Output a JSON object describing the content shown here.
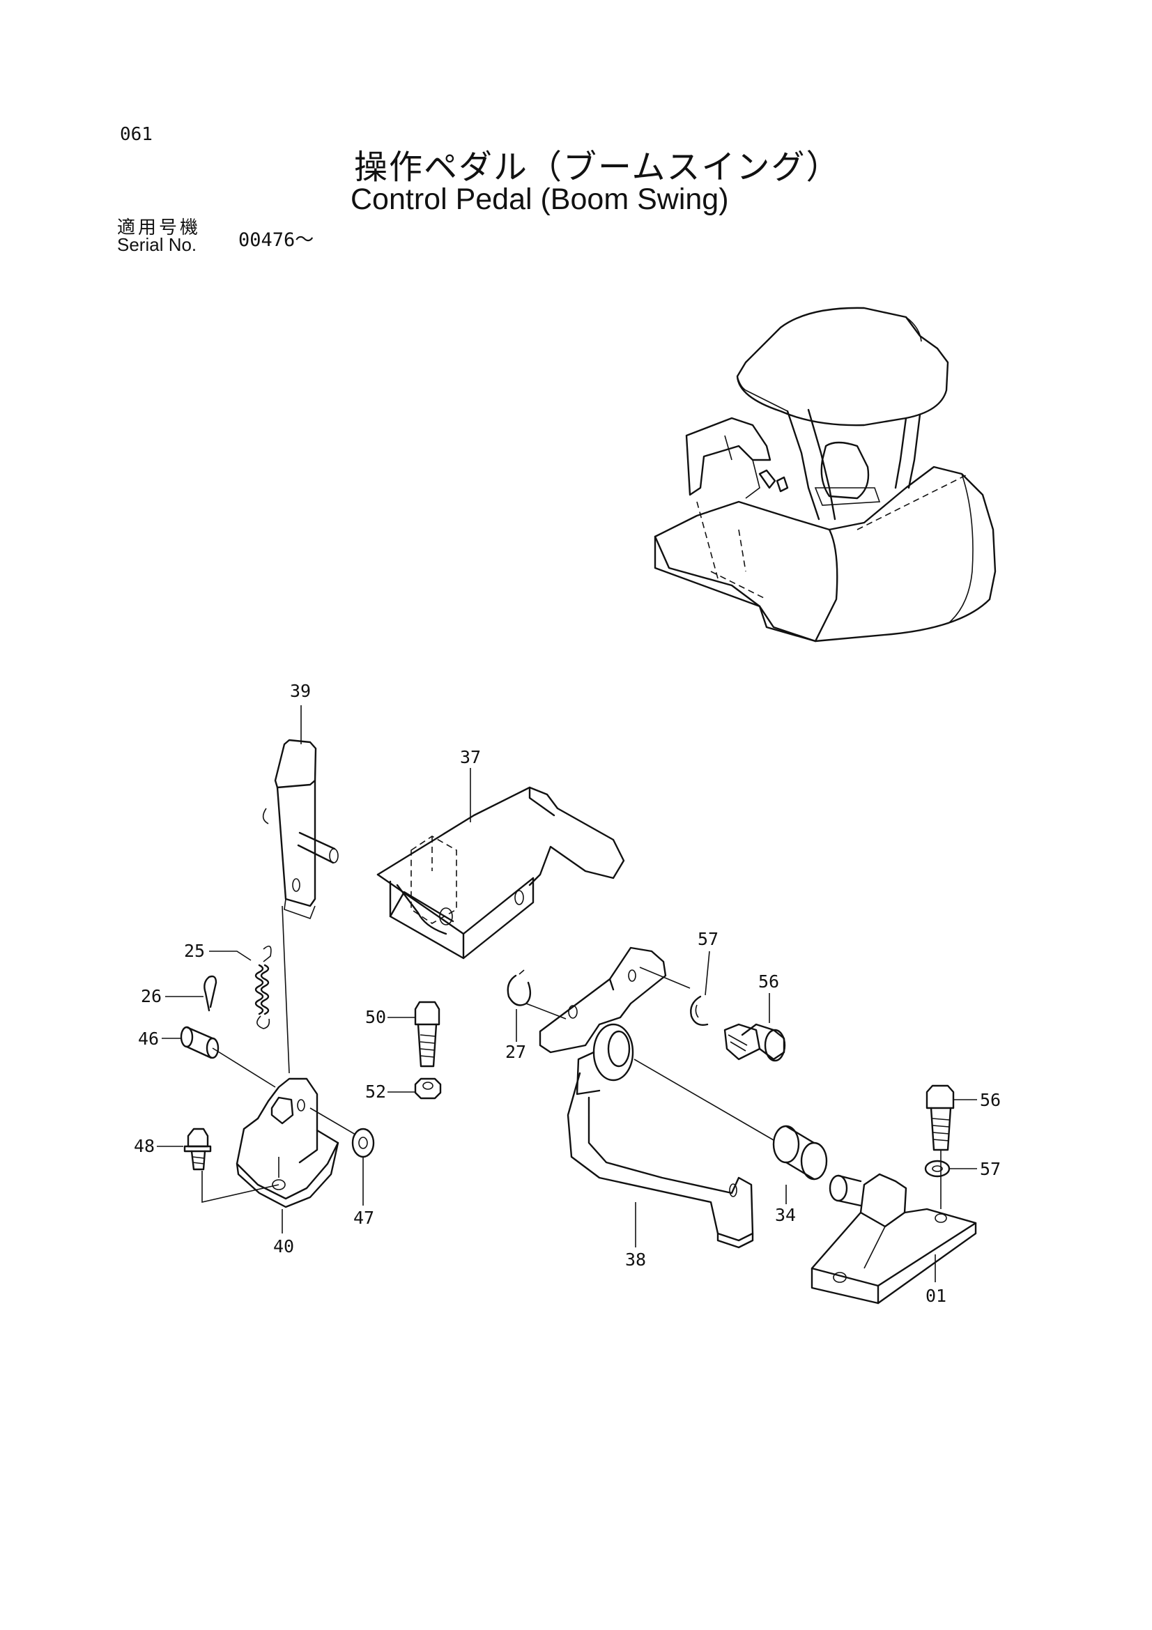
{
  "page": {
    "number": "061",
    "title_jp": "操作ペダル（ブームスイング）",
    "title_en": "Control Pedal (Boom Swing)",
    "serial_label_jp": "適用号機",
    "serial_label_en": "Serial No.",
    "serial_value": "00476～"
  },
  "callouts": [
    "39",
    "37",
    "25",
    "26",
    "46",
    "48",
    "40",
    "47",
    "50",
    "52",
    "27",
    "57",
    "56",
    "38",
    "34",
    "56",
    "57",
    "01"
  ]
}
